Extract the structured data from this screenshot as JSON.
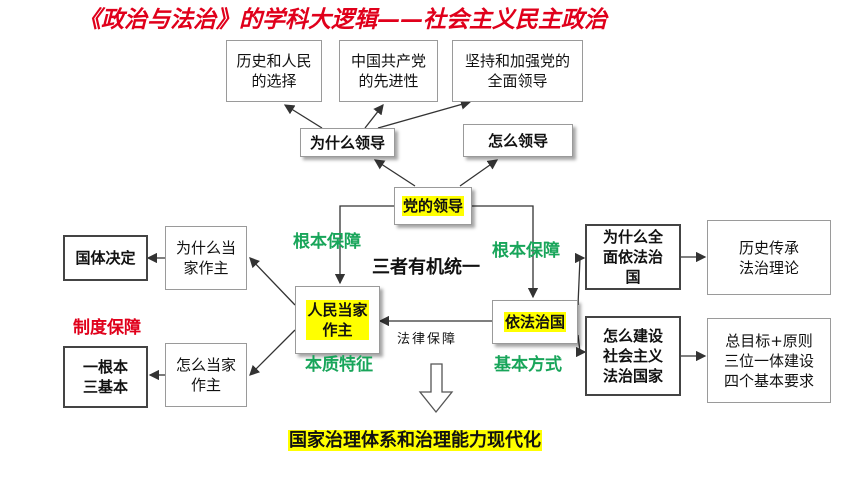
{
  "title": "《政治与法治》的学科大逻辑——社会主义民主政治",
  "top_reasons": [
    "历史和人民\n的选择",
    "中国共产党\n的先进性",
    "坚持和加强党的\n全面领导"
  ],
  "why_lead": "为什么领导",
  "how_lead": "怎么领导",
  "party_leadership": "党的领导",
  "root_guarantee_left": "根本保障",
  "root_guarantee_right": "根本保障",
  "organic_unity": "三者有机统一",
  "people_masters": "人民当家\n作主",
  "essential_feature": "本质特征",
  "law_guarantee": "法律保障",
  "rule_of_law": "依法治国",
  "basic_method": "基本方式",
  "why_masters": "为什么当\n家作主",
  "how_masters": "怎么当家\n作主",
  "state_system": "国体决定",
  "system_guarantee": "制度保障",
  "one_root_three_basic": "一根本\n三基本",
  "why_rule_of_law": "为什么全\n面依法治\n国",
  "how_build": "怎么建设\n社会主义\n法治国家",
  "history_theory": "历史传承\n法治理论",
  "goals": "总目标+原则\n三位一体建设\n四个基本要求",
  "modernization": "国家治理体系和治理能力现代化"
}
